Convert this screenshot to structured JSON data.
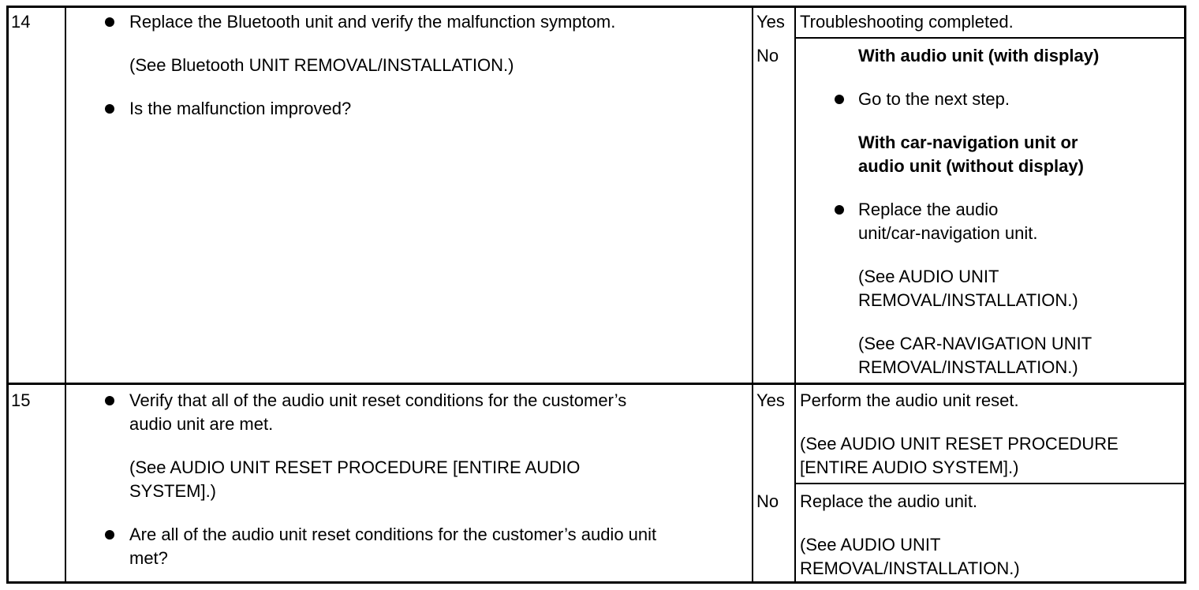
{
  "rows": [
    {
      "step": "14",
      "action": {
        "b1": "Replace the Bluetooth unit and verify the malfunction symptom.",
        "ref": "(See Bluetooth UNIT REMOVAL/INSTALLATION.)",
        "b2": "Is the malfunction improved?"
      },
      "yes": {
        "label": "Yes",
        "text": "Troubleshooting completed."
      },
      "no": {
        "label": "No",
        "h1": "With audio unit (with display)",
        "b1": "Go to the next step.",
        "h2_l1": "With car-navigation unit or",
        "h2_l2": "audio unit (without display)",
        "b2_l1": "Replace the audio",
        "b2_l2": "unit/car-navigation unit.",
        "ref1_l1": "(See AUDIO UNIT",
        "ref1_l2": "REMOVAL/INSTALLATION.)",
        "ref2_l1": "(See CAR-NAVIGATION UNIT",
        "ref2_l2": "REMOVAL/INSTALLATION.)"
      }
    },
    {
      "step": "15",
      "action": {
        "b1_l1": "Verify that all of the audio unit reset conditions for the customer’s",
        "b1_l2": "audio unit are met.",
        "ref_l1": "(See AUDIO UNIT RESET PROCEDURE [ENTIRE AUDIO",
        "ref_l2": "SYSTEM].)",
        "b2_l1": "Are all of the audio unit reset conditions for the customer’s audio unit",
        "b2_l2": "met?"
      },
      "yes": {
        "label": "Yes",
        "text": "Perform the audio unit reset.",
        "ref_l1": "(See AUDIO UNIT RESET PROCEDURE",
        "ref_l2": "[ENTIRE AUDIO SYSTEM].)"
      },
      "no": {
        "label": "No",
        "text": "Replace the audio unit.",
        "ref_l1": "(See AUDIO UNIT",
        "ref_l2": "REMOVAL/INSTALLATION.)"
      }
    }
  ]
}
